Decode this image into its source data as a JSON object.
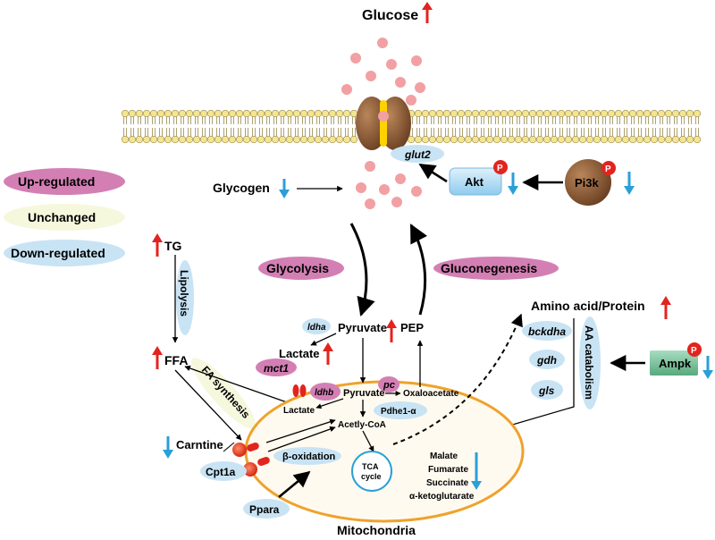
{
  "top": {
    "glucose": "Glucose"
  },
  "legend": {
    "up": "Up-regulated",
    "unchanged": "Unchanged",
    "down": "Down-regulated"
  },
  "membrane": {
    "transporter_label": "glut2"
  },
  "signaling": {
    "akt": "Akt",
    "pi3k": "Pi3k",
    "ampk": "Ampk",
    "phospho": "P"
  },
  "metabolites": {
    "glycogen": "Glycogen",
    "tg": "TG",
    "ffa": "FFA",
    "pyruvate": "Pyruvate",
    "pep": "PEP",
    "lactate": "Lactate",
    "amino_acid": "Amino acid/Protein",
    "carntine": "Carntine"
  },
  "processes": {
    "glycolysis": "Glycolysis",
    "gluconeogenesis": "Gluconegenesis",
    "lipolysis": "Lipolysis",
    "fa_synthesis": "FA synthesis",
    "aa_catabolism": "AA catabolism",
    "beta_oxidation": "β-oxidation"
  },
  "genes": {
    "ldha": "ldha",
    "mct1": "mct1",
    "ldhb": "ldhb",
    "pc": "pc",
    "pdhe1a": "Pdhe1-α",
    "bckdha": "bckdha",
    "gdh": "gdh",
    "gls": "gls",
    "cpt1a": "Cpt1a",
    "ppara": "Ppara"
  },
  "mito": {
    "label": "Mitochondria",
    "pyruvate": "Pyruvate",
    "oxaloacetate": "Oxaloacetate",
    "lactate": "Lactate",
    "acetyl_coa": "Acetly-CoA",
    "tca_1": "TCA",
    "tca_2": "cycle",
    "tca_metabolites": [
      "Malate",
      "Fumarate",
      "Succinate",
      "α-ketoglutarate"
    ]
  },
  "colors": {
    "up": "#d37fb4",
    "unchanged": "#f5f8dc",
    "down": "#c8e3f4",
    "arrow_up": "#e3231e",
    "arrow_down": "#2a9fd8",
    "mito_outline": "#efa22b",
    "mito_fill": "#fffaf0",
    "transporter": "#8a5a33",
    "glucose_dot": "#f2a0a3"
  }
}
